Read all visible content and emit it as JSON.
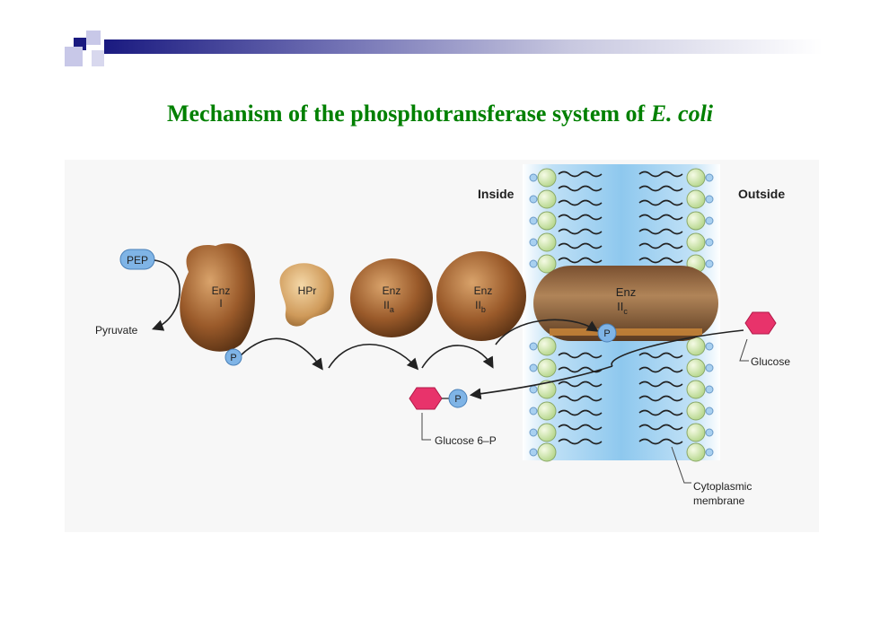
{
  "slide": {
    "title_main": "Mechanism of the phosphotransferase system of ",
    "title_italic": "E. coli"
  },
  "diagram": {
    "inside_label": "Inside",
    "outside_label": "Outside",
    "pep_label": "PEP",
    "pyruvate_label": "Pyruvate",
    "enz1": {
      "line1": "Enz",
      "line2": "I"
    },
    "hpr_label": "HPr",
    "enz2a": {
      "line1": "Enz",
      "line2": "II",
      "sub": "a"
    },
    "enz2b": {
      "line1": "Enz",
      "line2": "II",
      "sub": "b"
    },
    "enz2c": {
      "line1": "Enz",
      "line2": "II",
      "sub": "c"
    },
    "phosphate_label": "P",
    "glucose_label": "Glucose",
    "glucose6p_label": "Glucose 6–P",
    "membrane_label_line1": "Cytoplasmic",
    "membrane_label_line2": "membrane",
    "colors": {
      "title": "#008000",
      "membrane_blue": "#8ec8ee",
      "lipid_head": "#d9ecb0",
      "phosphate_blue": "#7fb4e6",
      "glucose_pink": "#e8336b",
      "enzyme_brown": "#9a5a2a"
    }
  }
}
